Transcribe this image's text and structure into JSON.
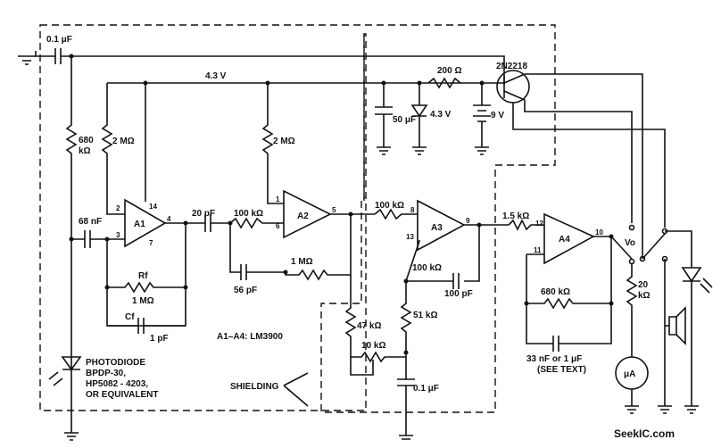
{
  "labels": {
    "c_in": "0.1 μF",
    "rail": "4.3 V",
    "r200": "200 Ω",
    "transistor": "2N2218",
    "c50": "50 μF",
    "zener": "4.3 V",
    "batt": "9 V",
    "r680": "680",
    "r680u": "kΩ",
    "r2m_a": "2 MΩ",
    "r2m_b": "2 MΩ",
    "c68": "68 nF",
    "c20": "20 pF",
    "r100_a": "100 kΩ",
    "r100_b": "100 kΩ",
    "r100_fb": "100 kΩ",
    "c100p": "100 pF",
    "r15": "1.5 kΩ",
    "r680k": "680 kΩ",
    "r1m": "1 MΩ",
    "c56": "56 pF",
    "rf": "Rf",
    "rf_val": "1 MΩ",
    "cf": "Cf",
    "cf_val": "1 pF",
    "r47": "47 kΩ",
    "r51": "51 kΩ",
    "r10": "10 kΩ",
    "c01": "0.1 μF",
    "r20": "20",
    "r20u": "kΩ",
    "c33": "33 nF or 1 μF",
    "c33note": "(SEE TEXT)",
    "vo": "Vo",
    "meter": "μA",
    "ic_note": "A1–A4: LM3900",
    "shielding": "SHIELDING",
    "pd1": "PHOTODIODE",
    "pd2": "BPDP-30,",
    "pd3": "HP5082 - 4203,",
    "pd4": "OR EQUIVALENT",
    "a1": "A1",
    "a2": "A2",
    "a3": "A3",
    "a4": "A4",
    "watermark": "SeekIC.com"
  },
  "pins": {
    "a1_2": "2",
    "a1_3": "3",
    "a1_4": "4",
    "a1_14": "14",
    "a1_7": "7",
    "a2_1": "1",
    "a2_5": "5",
    "a2_6": "6",
    "a3_8": "8",
    "a3_9": "9",
    "a3_13": "13",
    "a4_10": "10",
    "a4_11": "11",
    "a4_12": "12"
  }
}
